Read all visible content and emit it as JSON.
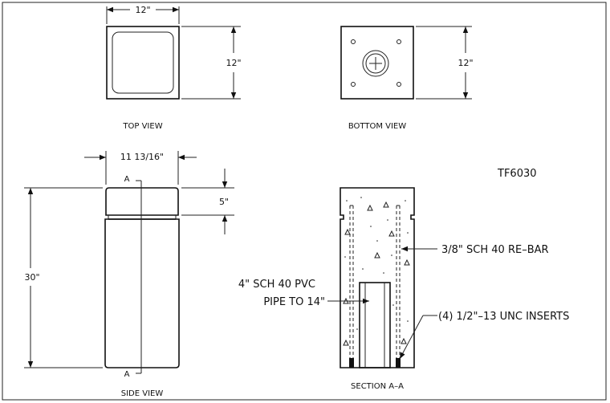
{
  "drawing": {
    "part_number": "TF6030",
    "top_view": {
      "title": "TOP VIEW",
      "width_dim": "12\"",
      "height_dim": "12\""
    },
    "bottom_view": {
      "title": "BOTTOM VIEW",
      "height_dim": "12\""
    },
    "side_view": {
      "title": "SIDE VIEW",
      "width_dim": "11 13/16\"",
      "height_dim": "30\"",
      "cap_dim": "5\"",
      "section_mark_top": "A",
      "section_mark_bottom": "A"
    },
    "section_view": {
      "title": "SECTION A–A",
      "rebar_note": "3/8\" SCH 40 RE–BAR",
      "pvc_note_line1": "4\" SCH 40 PVC",
      "pvc_note_line2": "PIPE TO 14\"",
      "inserts_note": "(4) 1/2\"–13 UNC INSERTS"
    }
  }
}
